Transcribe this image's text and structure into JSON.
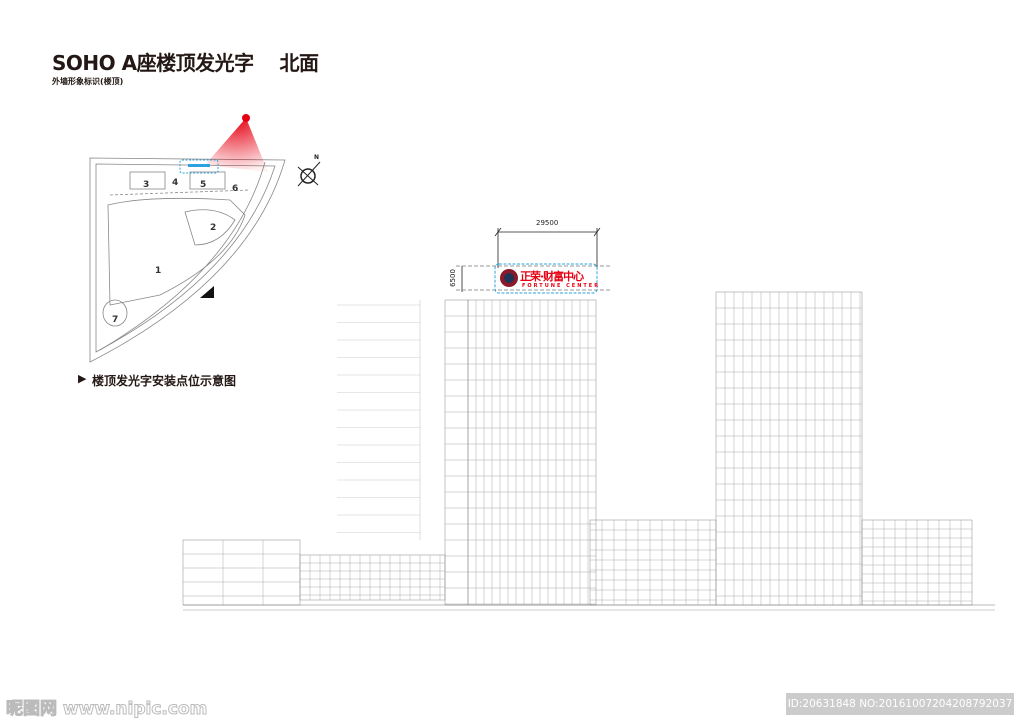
{
  "header": {
    "title": "SOHO A座楼顶发光字    北面",
    "subtitle": "外墙形象标识(楼顶)"
  },
  "site_plan": {
    "building_numbers": [
      "1",
      "2",
      "3",
      "4",
      "5",
      "6",
      "7"
    ],
    "caption": "楼顶发光字安装点位示意图",
    "caption_marker": "▶",
    "north_label": "N",
    "highlight_color": "#2aa4e0",
    "viewpoint_color": "#e60012"
  },
  "elevation": {
    "sign_width": "29500",
    "sign_height": "6500",
    "sign_text_cn": "正荣·财富中心",
    "sign_text_en": "FORTUNE CENTER",
    "sign_color": "#e60012"
  },
  "watermark": {
    "site": "昵图网 www.nipic.com",
    "id": "ID:20631848 NO:20161007204208792037"
  }
}
